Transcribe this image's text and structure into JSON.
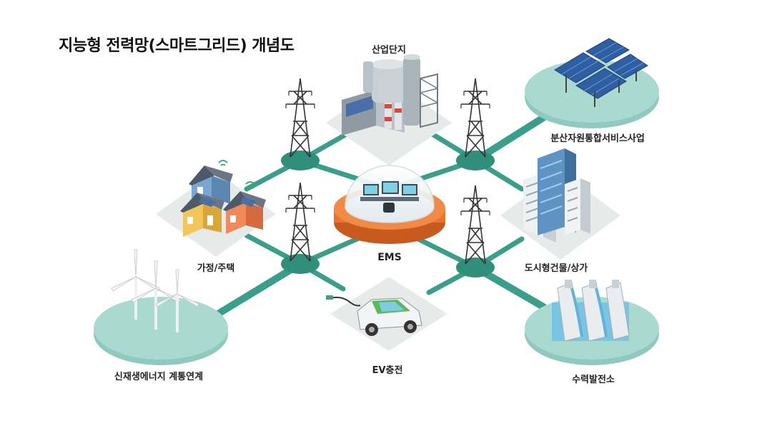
{
  "title": "지능형 전력망(스마트그리드) 개념도",
  "colors": {
    "grid_line": "#3a9e8a",
    "node": "#2f8f7a",
    "tile": "#e6ebea",
    "disc": "#a9d9d1",
    "ems_ring": "#e8742f"
  },
  "center": {
    "label": "EMS"
  },
  "nodes": [
    {
      "key": "industrial",
      "label": "산업단지",
      "icon": "factory-icon"
    },
    {
      "key": "distributed",
      "label": "분산자원통합서비스사업",
      "icon": "solar-panel-icon"
    },
    {
      "key": "home",
      "label": "가정/주택",
      "icon": "house-icon"
    },
    {
      "key": "building",
      "label": "도시형건물/상가",
      "icon": "office-building-icon"
    },
    {
      "key": "renewable",
      "label": "신재생에너지 계통연계",
      "icon": "wind-turbine-icon"
    },
    {
      "key": "ev",
      "label": "EV충전",
      "icon": "electric-car-icon"
    },
    {
      "key": "hydro",
      "label": "수력발전소",
      "icon": "hydro-dam-icon"
    }
  ]
}
